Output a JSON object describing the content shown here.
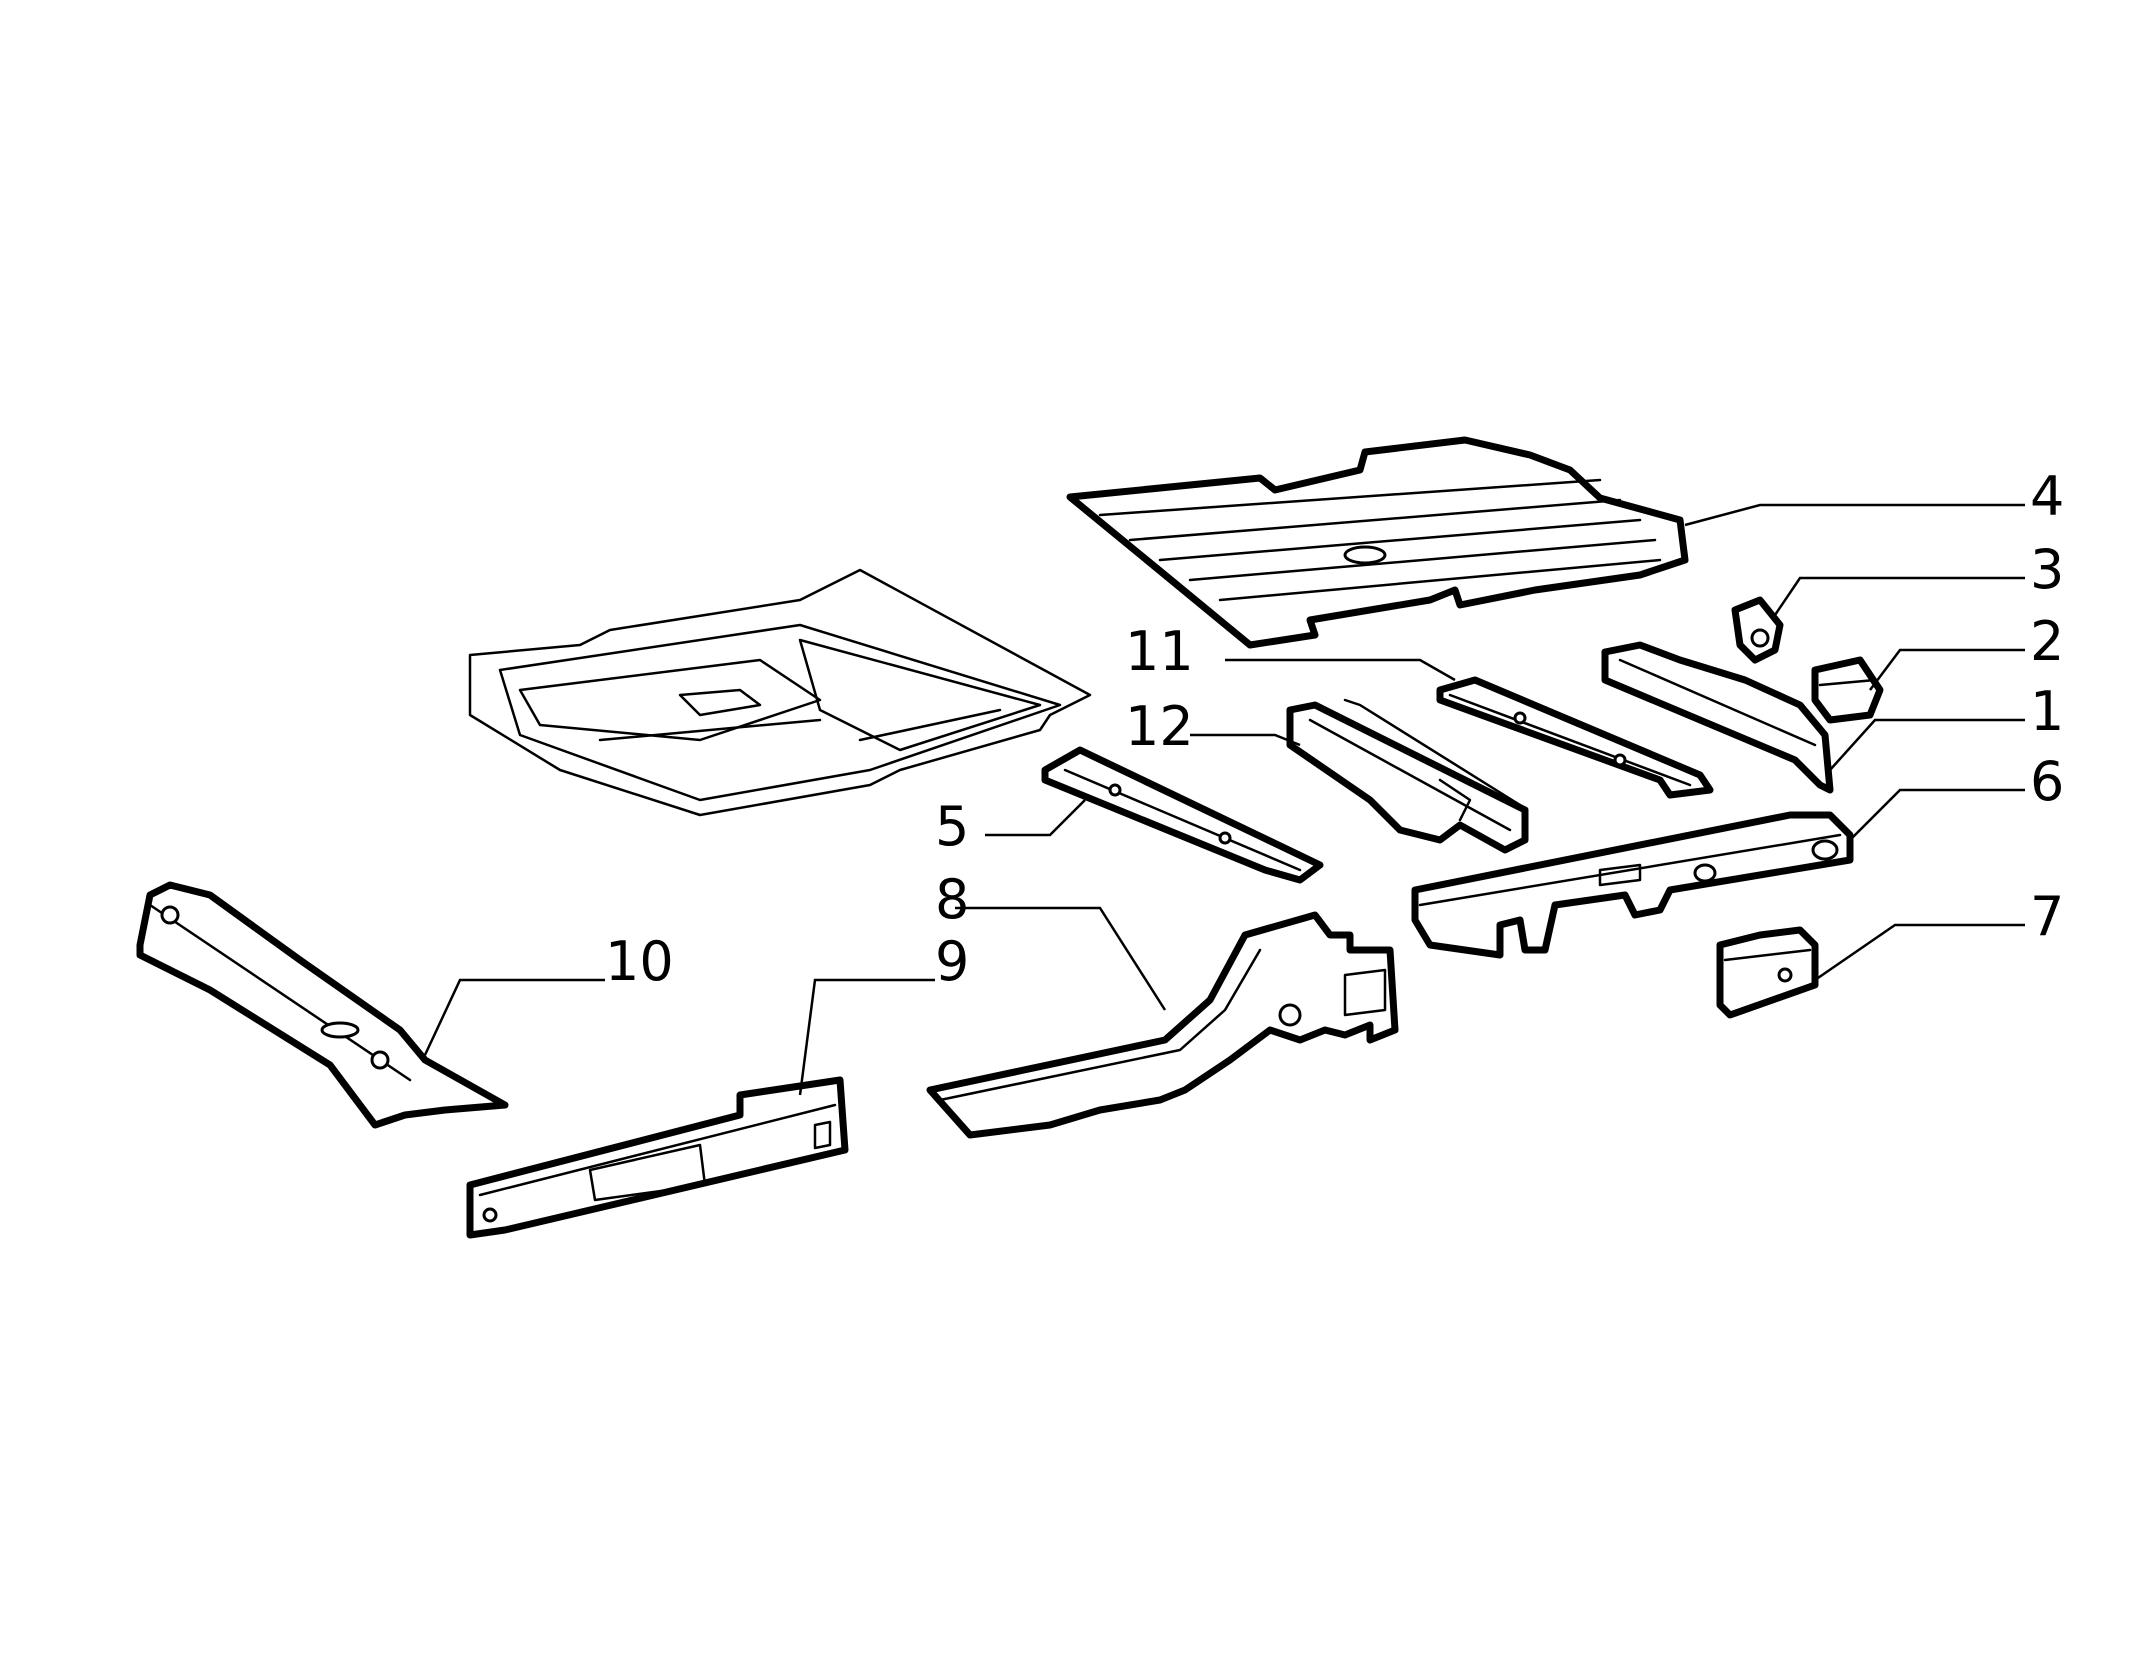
{
  "diagram": {
    "callouts": [
      "1",
      "2",
      "3",
      "4",
      "5",
      "6",
      "7",
      "8",
      "9",
      "10",
      "11",
      "12"
    ],
    "colors": {
      "line": "#000000",
      "background": "#ffffff"
    }
  }
}
